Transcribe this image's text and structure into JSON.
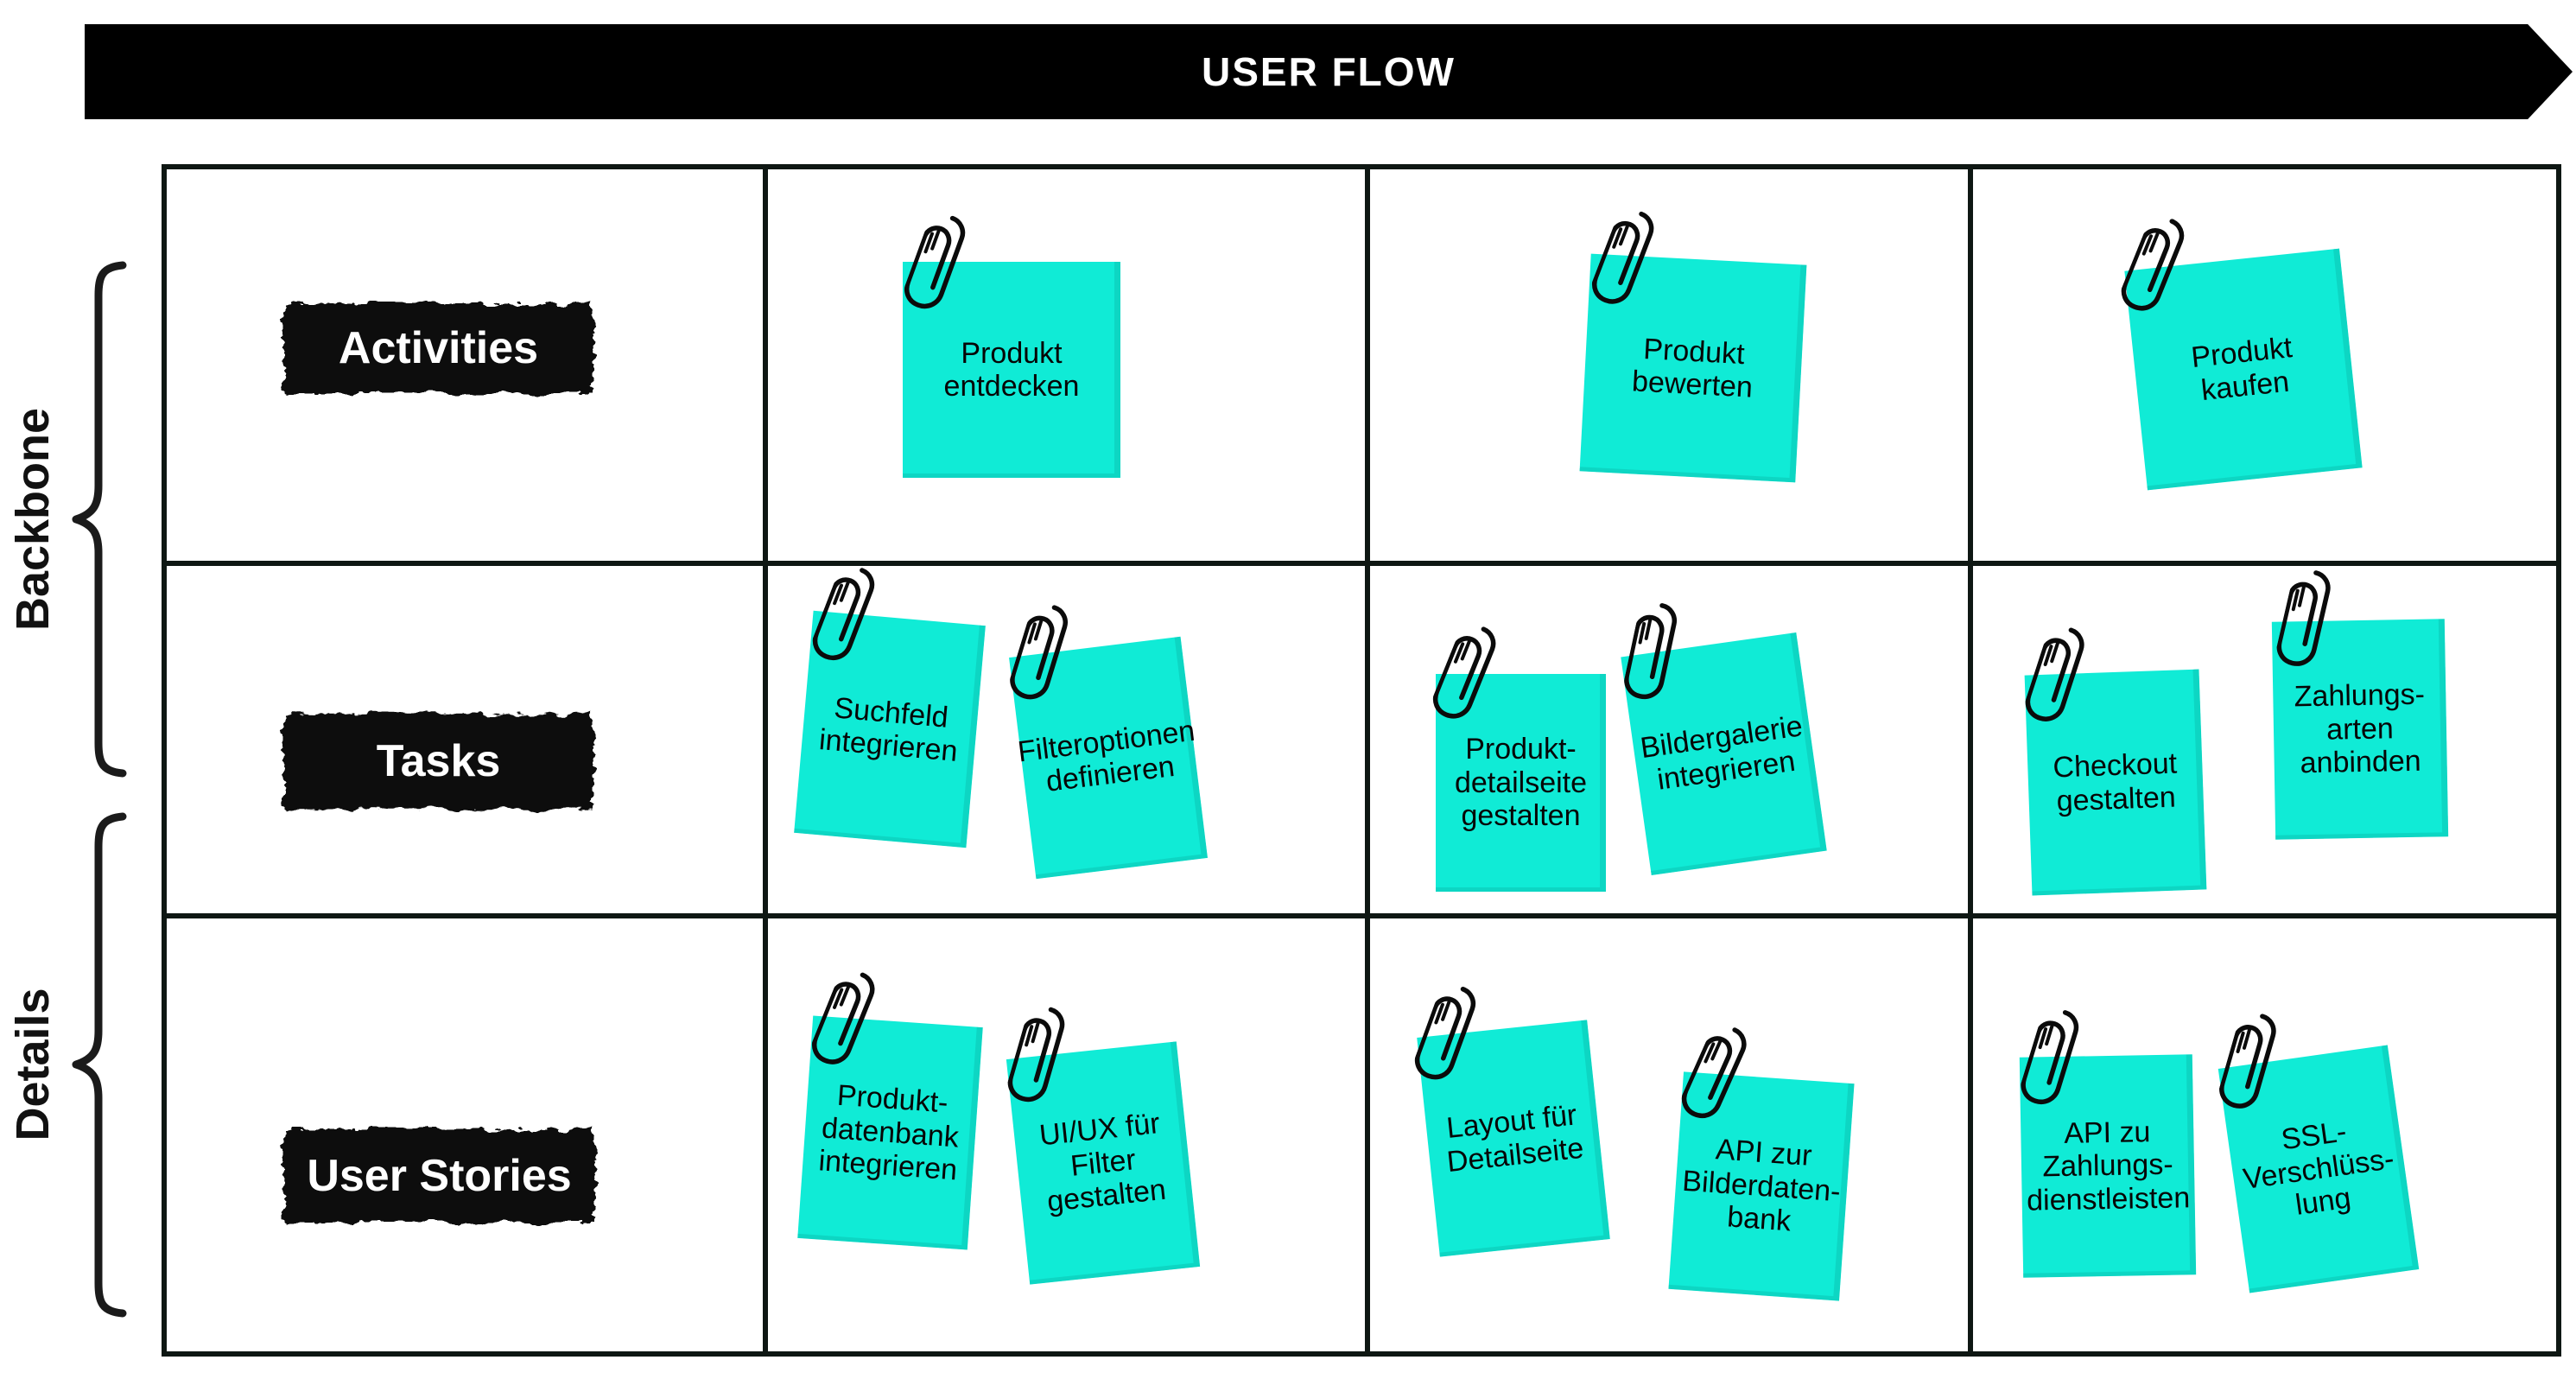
{
  "header": {
    "arrow_label": "USER FLOW"
  },
  "side_groups": [
    {
      "label": "Backbone"
    },
    {
      "label": "Details"
    }
  ],
  "rows": [
    {
      "label": "Activities"
    },
    {
      "label": "Tasks"
    },
    {
      "label": "User Stories"
    }
  ],
  "notes": [
    {
      "text": "Produkt\nentdecken",
      "row": "Activities",
      "column": 1
    },
    {
      "text": "Produkt\nbewerten",
      "row": "Activities",
      "column": 2
    },
    {
      "text": "Produkt\nkaufen",
      "row": "Activities",
      "column": 3
    },
    {
      "text": "Suchfeld\nintegrieren",
      "row": "Tasks",
      "column": 1
    },
    {
      "text": "Filteroptionen\ndefinieren",
      "row": "Tasks",
      "column": 1
    },
    {
      "text": "Produkt-\ndetailseite\ngestalten",
      "row": "Tasks",
      "column": 2
    },
    {
      "text": "Bildergalerie\nintegrieren",
      "row": "Tasks",
      "column": 2
    },
    {
      "text": "Checkout\ngestalten",
      "row": "Tasks",
      "column": 3
    },
    {
      "text": "Zahlungs-\narten\nanbinden",
      "row": "Tasks",
      "column": 3
    },
    {
      "text": "Produkt-\ndatenbank\nintegrieren",
      "row": "User Stories",
      "column": 1
    },
    {
      "text": "UI/UX für\nFilter\ngestalten",
      "row": "User Stories",
      "column": 1
    },
    {
      "text": "Layout für\nDetailseite",
      "row": "User Stories",
      "column": 2
    },
    {
      "text": "API zur\nBilderdaten-\nbank",
      "row": "User Stories",
      "column": 2
    },
    {
      "text": "API zu\nZahlungs-\ndienstleisten",
      "row": "User Stories",
      "column": 3
    },
    {
      "text": "SSL-\nVerschlüss-\nlung",
      "row": "User Stories",
      "column": 3
    }
  ],
  "colors": {
    "note_fill": "#10ebd6",
    "arrow_fill": "#000000",
    "grid_border": "#0e1713",
    "label_fill": "#0a0a0a",
    "label_text": "#ffffff"
  }
}
